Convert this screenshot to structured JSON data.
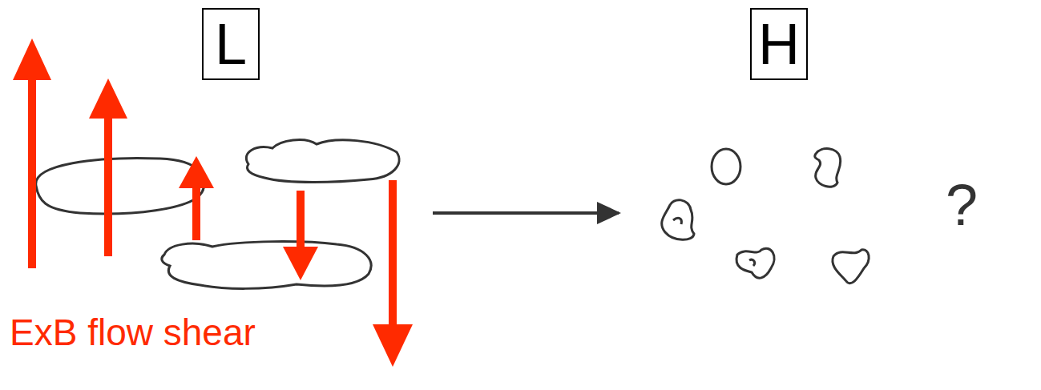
{
  "diagram": {
    "nodes": [
      {
        "text": [
          "L"
        ]
      },
      {
        "text": [
          "H"
        ]
      }
    ],
    "labels": [
      "ExB flow shear",
      "?"
    ]
  }
}
